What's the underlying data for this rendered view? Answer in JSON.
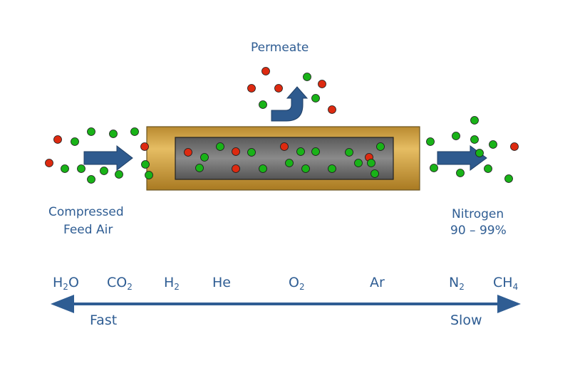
{
  "labels": {
    "permeate": "Permeate",
    "feed_line1": "Compressed",
    "feed_line2": "Feed Air",
    "product_line1": "Nitrogen",
    "product_line2": "90 – 99%",
    "fast": "Fast",
    "slow": "Slow"
  },
  "gases": [
    {
      "base": "H",
      "sub": "2",
      "tail": "O"
    },
    {
      "base": "CO",
      "sub": "2",
      "tail": ""
    },
    {
      "base": "H",
      "sub": "2",
      "tail": ""
    },
    {
      "base": "He",
      "sub": "",
      "tail": ""
    },
    {
      "base": "O",
      "sub": "2",
      "tail": ""
    },
    {
      "base": "Ar",
      "sub": "",
      "tail": ""
    },
    {
      "base": "N",
      "sub": "2",
      "tail": ""
    },
    {
      "base": "CH",
      "sub": "4",
      "tail": ""
    }
  ],
  "colors": {
    "text": "#2f5d93",
    "arrow": "#2e5a8e",
    "axis": "#2f5d93",
    "housing": "#d4a84a",
    "core": "#6f6f6f",
    "oxygen": "#dd2a10",
    "nitrogen": "#19b318"
  }
}
